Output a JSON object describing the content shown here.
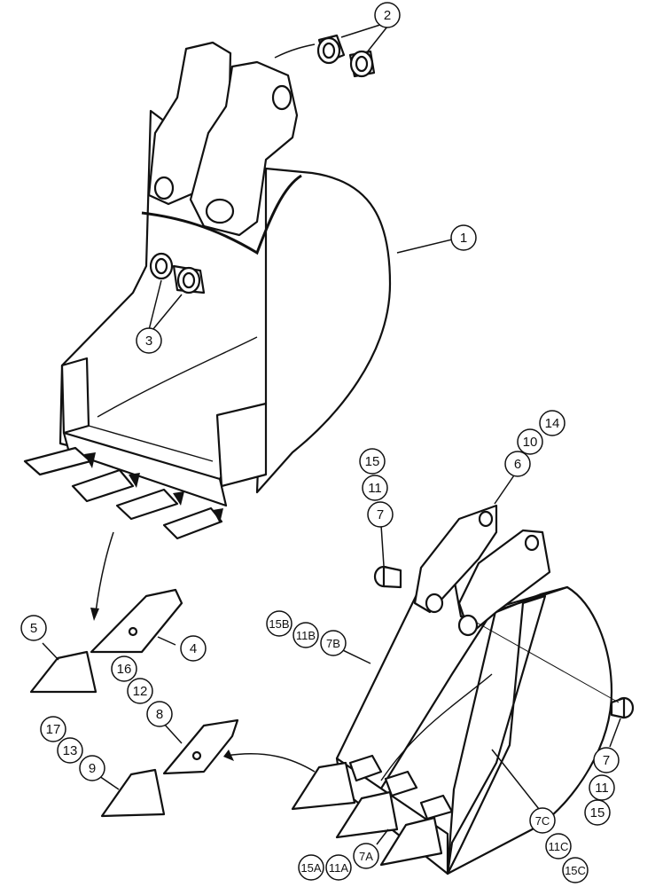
{
  "callouts": [
    {
      "id": "c-2",
      "label": "2"
    },
    {
      "id": "c-1",
      "label": "1"
    },
    {
      "id": "c-3",
      "label": "3"
    },
    {
      "id": "c-14",
      "label": "14"
    },
    {
      "id": "c-10",
      "label": "10"
    },
    {
      "id": "c-6",
      "label": "6"
    },
    {
      "id": "c-15-top",
      "label": "15"
    },
    {
      "id": "c-11-top",
      "label": "11"
    },
    {
      "id": "c-7-top",
      "label": "7"
    },
    {
      "id": "c-15B",
      "label": "15B"
    },
    {
      "id": "c-11B",
      "label": "11B"
    },
    {
      "id": "c-7B",
      "label": "7B"
    },
    {
      "id": "c-5",
      "label": "5"
    },
    {
      "id": "c-4",
      "label": "4"
    },
    {
      "id": "c-16",
      "label": "16"
    },
    {
      "id": "c-12",
      "label": "12"
    },
    {
      "id": "c-8",
      "label": "8"
    },
    {
      "id": "c-17",
      "label": "17"
    },
    {
      "id": "c-13",
      "label": "13"
    },
    {
      "id": "c-9",
      "label": "9"
    },
    {
      "id": "c-7-bot",
      "label": "7"
    },
    {
      "id": "c-11-bot",
      "label": "11"
    },
    {
      "id": "c-15-bot",
      "label": "15"
    },
    {
      "id": "c-7C",
      "label": "7C"
    },
    {
      "id": "c-11C",
      "label": "11C"
    },
    {
      "id": "c-15C",
      "label": "15C"
    },
    {
      "id": "c-15A",
      "label": "15A"
    },
    {
      "id": "c-11A",
      "label": "11A"
    },
    {
      "id": "c-7A",
      "label": "7A"
    }
  ]
}
